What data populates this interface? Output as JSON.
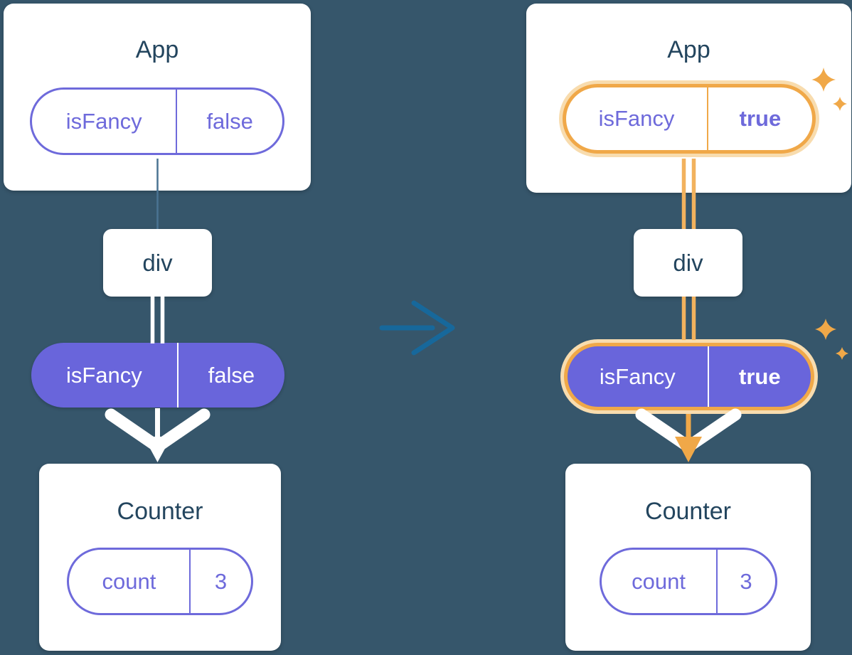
{
  "diagrams": {
    "left": {
      "app": {
        "title": "App",
        "pill": {
          "key": "isFancy",
          "value": "false"
        }
      },
      "div": {
        "label": "div"
      },
      "state_pill": {
        "key": "isFancy",
        "value": "false"
      },
      "counter": {
        "title": "Counter",
        "pill": {
          "key": "count",
          "value": "3"
        }
      }
    },
    "right": {
      "app": {
        "title": "App",
        "pill": {
          "key": "isFancy",
          "value": "true"
        }
      },
      "div": {
        "label": "div"
      },
      "state_pill": {
        "key": "isFancy",
        "value": "true"
      },
      "counter": {
        "title": "Counter",
        "pill": {
          "key": "count",
          "value": "3"
        }
      }
    }
  },
  "icons": {
    "transition": "arrow-right-icon",
    "flow": "chevron-down-arrow-icon",
    "highlight": "sparkles-icon"
  },
  "colors": {
    "background": "#36566B",
    "card": "#FFFFFF",
    "title-text": "#23455E",
    "purple": "#6E6ADB",
    "purple-fill": "#6965DB",
    "orange": "#F0A848",
    "orange-glow": "#F8DCAE",
    "orange-line": "#F2B25E",
    "arrow-blue": "#17689B",
    "connector-blue": "#4A7392"
  }
}
